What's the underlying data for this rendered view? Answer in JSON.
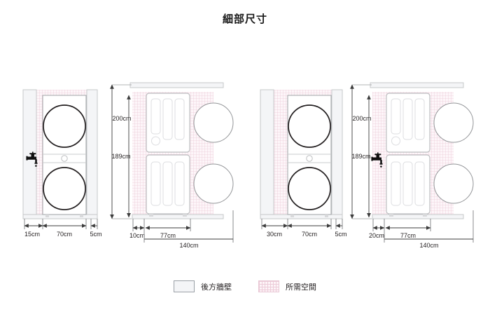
{
  "title": "細部尺寸",
  "legend": {
    "items": [
      {
        "label": "後方牆壁",
        "swatch": "wall-swatch",
        "color": "#f4f5f7"
      },
      {
        "label": "所需空間",
        "swatch": "required-space-swatch",
        "color": "#eccbd8"
      }
    ]
  },
  "colors": {
    "line": "#58595b",
    "machine_outline": "#a7a9ac",
    "door_circle": "#231f20",
    "swing_circle": "#939598",
    "hatch": "#eccbd8",
    "wall_fill": "#f4f5f7",
    "text": "#231f20"
  },
  "diagrams": [
    {
      "name": "left-installation",
      "front_view": {
        "name": "left-front-view",
        "horizontal_dims": [
          {
            "label": "15cm",
            "value": 15
          },
          {
            "label": "70cm",
            "value": 70
          },
          {
            "label": "5cm",
            "value": 5
          }
        ],
        "faucet_icon": "faucet-icon",
        "faucet_side": "left"
      },
      "side_view": {
        "name": "left-side-view",
        "vertical_dims": [
          {
            "label": "200cm",
            "value": 200
          },
          {
            "label": "189cm",
            "value": 189
          }
        ],
        "horizontal_dims": [
          {
            "label": "10cm",
            "value": 10
          },
          {
            "label": "77cm",
            "value": 77
          },
          {
            "label": "140cm",
            "value": 140
          }
        ],
        "door_swing_circles": 2
      }
    },
    {
      "name": "right-installation",
      "front_view": {
        "name": "right-front-view",
        "horizontal_dims": [
          {
            "label": "30cm",
            "value": 30
          },
          {
            "label": "70cm",
            "value": 70
          },
          {
            "label": "5cm",
            "value": 5
          }
        ],
        "faucet_icon": null,
        "faucet_side": "none"
      },
      "side_view": {
        "name": "right-side-view",
        "vertical_dims": [
          {
            "label": "200cm",
            "value": 200
          },
          {
            "label": "189cm",
            "value": 189
          }
        ],
        "horizontal_dims": [
          {
            "label": "20cm",
            "value": 20
          },
          {
            "label": "77cm",
            "value": 77
          },
          {
            "label": "140cm",
            "value": 140
          }
        ],
        "door_swing_circles": 2,
        "faucet_icon": "faucet-icon",
        "faucet_side": "left"
      }
    }
  ]
}
